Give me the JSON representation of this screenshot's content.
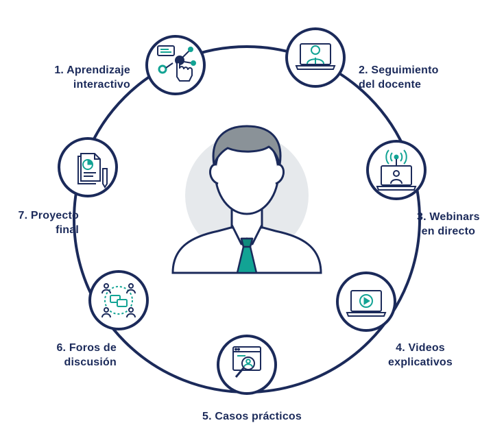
{
  "colors": {
    "navy": "#1b2a5a",
    "teal": "#12a394",
    "hair": "#8a9298",
    "face_bg": "#e6e9ec",
    "white": "#ffffff"
  },
  "steps": [
    {
      "line1": "1. Aprendizaje",
      "line2": "interactivo",
      "icon": "interactive-learning-icon"
    },
    {
      "line1": "2. Seguimiento",
      "line2": "del docente",
      "icon": "teacher-monitor-icon"
    },
    {
      "line1": "3. Webinars",
      "line2": "en directo",
      "icon": "live-webinar-icon"
    },
    {
      "line1": "4. Videos",
      "line2": "explicativos",
      "icon": "video-play-icon"
    },
    {
      "line1": "5. Casos prácticos",
      "line2": "",
      "icon": "case-search-icon"
    },
    {
      "line1": "6. Foros de",
      "line2": "discusión",
      "icon": "discussion-forum-icon"
    },
    {
      "line1": "7. Proyecto",
      "line2": "final",
      "icon": "final-project-icon"
    }
  ],
  "center": {
    "icon": "student-avatar-icon"
  }
}
